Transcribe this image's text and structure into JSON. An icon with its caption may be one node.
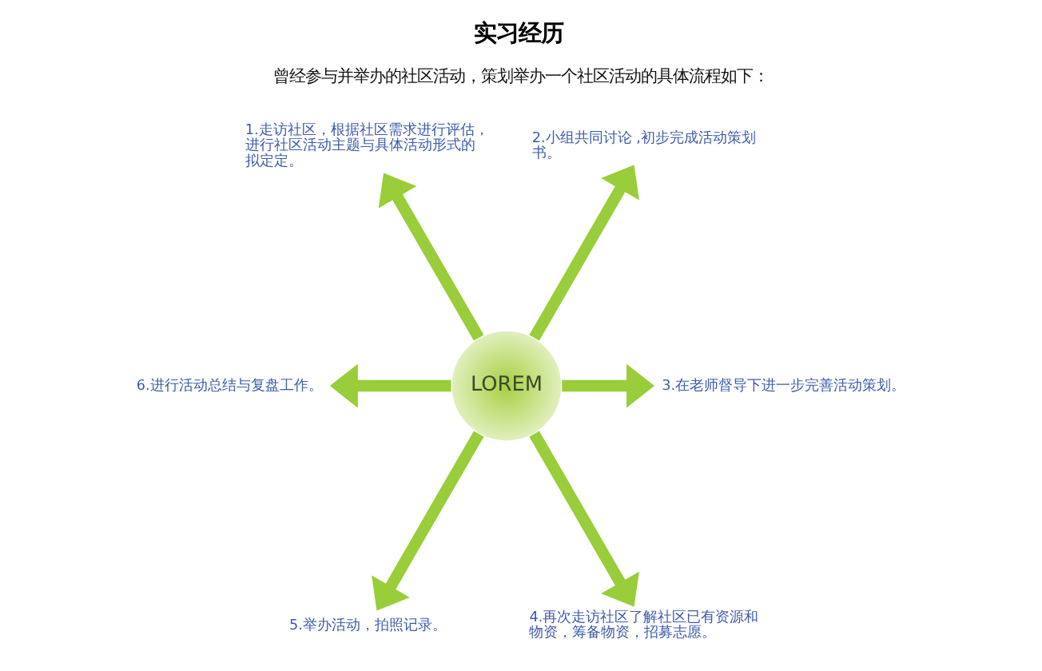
{
  "diagram": {
    "title": "实习经历",
    "nodes": [
      {
        "text": [
          "LOREM"
        ]
      },
      {
        "text": [
          "1.走访社区，根据社区需求进行评估，进行社区活动主题与具体活动形式的拟定定。"
        ]
      },
      {
        "text": [
          "2.小组共同讨论 ,初步完成活动策划书。"
        ]
      },
      {
        "text": [
          "3.在老师督导下进一步完善活动策划。"
        ]
      },
      {
        "text": [
          "4.再次走访社区了解社区已有资源和物资，筹备物资，招募志愿。"
        ]
      },
      {
        "text": [
          "5.举办活动，拍照记录。"
        ]
      },
      {
        "text": [
          "6.进行活动总结与复盘工作。"
        ]
      }
    ],
    "edges": [
      {
        "from": 0,
        "to": 1,
        "arrow": "to"
      },
      {
        "from": 0,
        "to": 2,
        "arrow": "to"
      },
      {
        "from": 0,
        "to": 3,
        "arrow": "to"
      },
      {
        "from": 0,
        "to": 4,
        "arrow": "to"
      },
      {
        "from": 0,
        "to": 5,
        "arrow": "to"
      },
      {
        "from": 0,
        "to": 6,
        "arrow": "to"
      }
    ],
    "labels": [
      "曾经参与并举办的社区活动，策划举办一个社区活动的具体流程如下："
    ]
  }
}
